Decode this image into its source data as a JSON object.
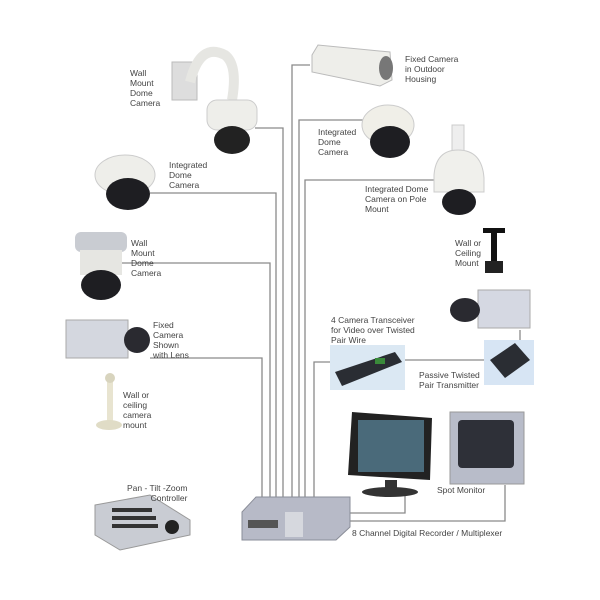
{
  "labels": {
    "wall_mount_dome_top": "Wall\nMount\nDome\nCamera",
    "fixed_outdoor": "Fixed Camera\nin Outdoor\nHousing",
    "integrated_dome_right": "Integrated\nDome\nCamera",
    "integrated_dome_left": "Integrated\nDome\nCamera",
    "integrated_dome_pole": "Integrated Dome\nCamera on Pole\nMount",
    "wall_mount_dome_left": "Wall\nMount\nDome\nCamera",
    "wall_ceiling_mount_right": "Wall or\nCeiling\nMount",
    "fixed_camera_lens": "Fixed\nCamera\nShown\nwith Lens",
    "transceiver": "4 Camera Transceiver\nfor Video over Twisted\nPair Wire",
    "passive_transmitter": "Passive Twisted\nPair Transmitter",
    "wall_ceiling_mount_left": "Wall or\nceiling\ncamera\nmount",
    "ptz_controller": "Pan - Tilt -Zoom\nController",
    "spot_monitor": "Spot Monitor",
    "recorder": "8 Channel Digital Recorder / Multiplexer"
  },
  "colors": {
    "wire": "#8a8a8a",
    "device_body": "#e8e6e0",
    "device_dark": "#1e1e22",
    "device_gray": "#b9bdc8"
  }
}
